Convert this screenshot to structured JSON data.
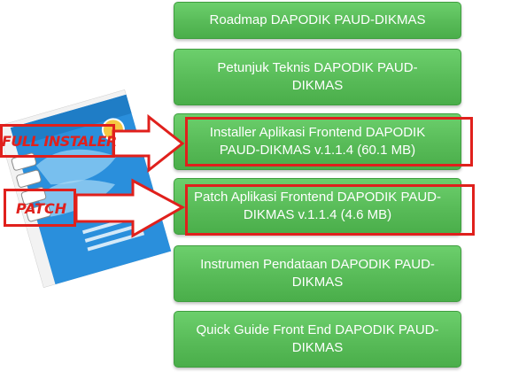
{
  "buttons": [
    "Roadmap DAPODIK PAUD-DIKMAS",
    "Petunjuk Teknis DAPODIK PAUD-DIKMAS",
    "Installer Aplikasi Frontend DAPODIK PAUD-DIKMAS v.1.1.4 (60.1 MB)",
    "Patch Aplikasi Frontend DAPODIK PAUD-DIKMAS v.1.1.4 (4.6 MB)",
    "Instrumen Pendataan DAPODIK PAUD-DIKMAS",
    "Quick Guide Front End DAPODIK PAUD-DIKMAS"
  ],
  "annotations": {
    "full_installer_label": "FULL INSTALER",
    "patch_label": "PATCH"
  },
  "colors": {
    "button_green": "#58bb58",
    "highlight_red": "#e0201c",
    "book_blue": "#1e88d8"
  }
}
